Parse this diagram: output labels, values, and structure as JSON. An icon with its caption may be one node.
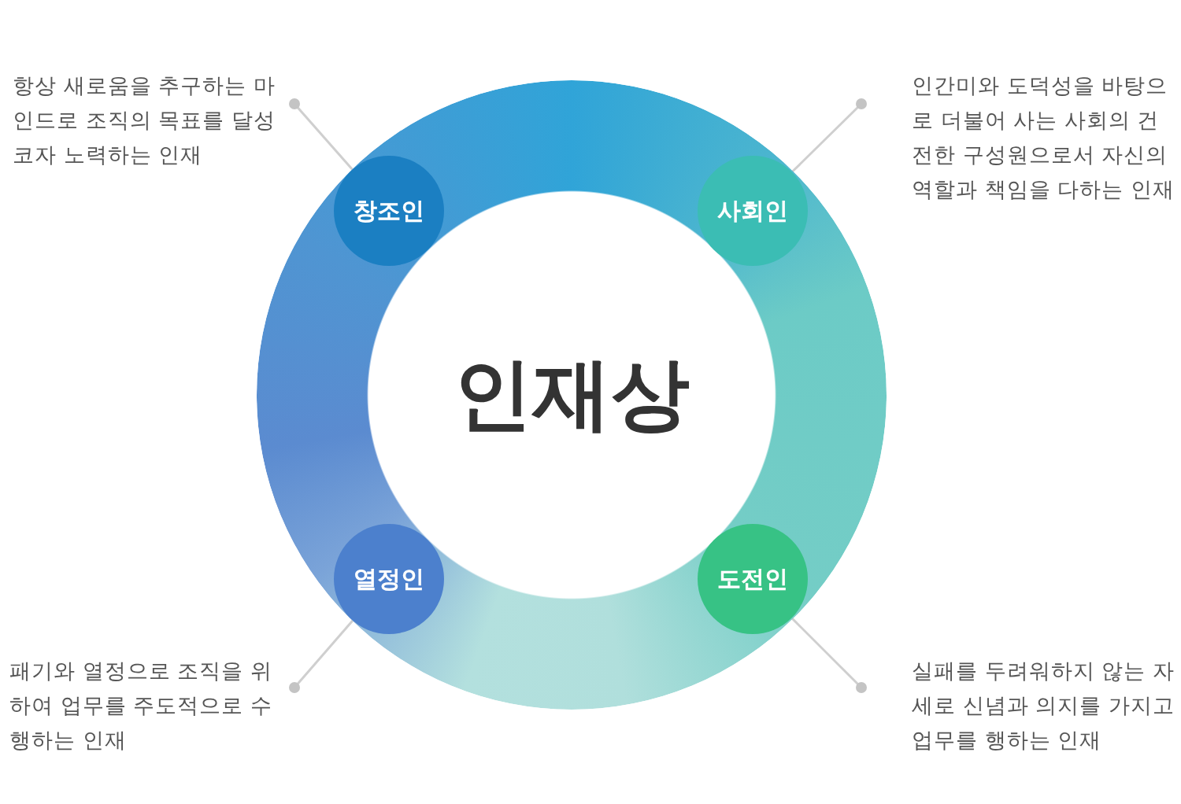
{
  "diagram": {
    "nodes": [
      {
        "text": [
          "인재상"
        ]
      },
      {
        "text": [
          "창조인"
        ],
        "in": 0
      },
      {
        "text": [
          "사회인"
        ],
        "in": 0
      },
      {
        "text": [
          "열정인"
        ],
        "in": 0
      },
      {
        "text": [
          "도전인"
        ],
        "in": 0
      },
      {
        "text": [
          "항상 새로움을 추구하는 마인드로 조직의 목표를 달성코자 노력하는 인재"
        ]
      },
      {
        "text": [
          "인간미와 도덕성을 바탕으로 더불어 사는 사회의 건전한 구성원으로서 자신의 역할과 책임을 다하는 인재"
        ]
      },
      {
        "text": [
          "패기와 열정으로 조직을 위하여 업무를 주도적으로 수행하는 인재"
        ]
      },
      {
        "text": [
          "실패를 두려워하지 않는 자세로 신념과 의지를 가지고 업무를 행하는 인재"
        ]
      }
    ],
    "edges": [
      {
        "from": 5,
        "to": 1,
        "arrow": "other"
      },
      {
        "from": 6,
        "to": 2,
        "arrow": "other"
      },
      {
        "from": 7,
        "to": 3,
        "arrow": "other"
      },
      {
        "from": 8,
        "to": 4,
        "arrow": "other"
      }
    ]
  }
}
